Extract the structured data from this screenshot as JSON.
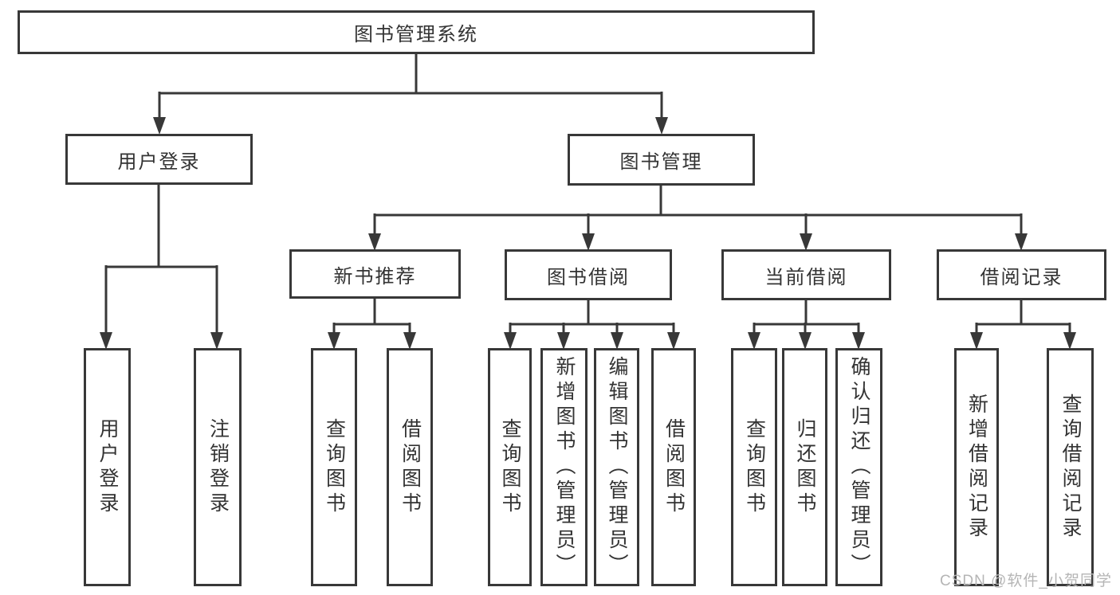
{
  "colors": {
    "line": "#383838",
    "text": "#333333",
    "background": "#ffffff",
    "watermark": "#b5b5b5"
  },
  "watermark": "CSDN @软件_小贺同学",
  "tree": {
    "root": "图书管理系统",
    "branches": [
      {
        "label": "用户登录",
        "children": [
          "用户登录",
          "注销登录"
        ]
      },
      {
        "label": "图书管理",
        "children": [
          {
            "label": "新书推荐",
            "children": [
              "查询图书",
              "借阅图书"
            ]
          },
          {
            "label": "图书借阅",
            "children": [
              "查询图书",
              "新增图书（管理员）",
              "编辑图书（管理员）",
              "借阅图书"
            ]
          },
          {
            "label": "当前借阅",
            "children": [
              "查询图书",
              "归还图书",
              "确认归还（管理员）"
            ]
          },
          {
            "label": "借阅记录",
            "children": [
              "新增借阅记录",
              "查询借阅记录"
            ]
          }
        ]
      }
    ]
  }
}
